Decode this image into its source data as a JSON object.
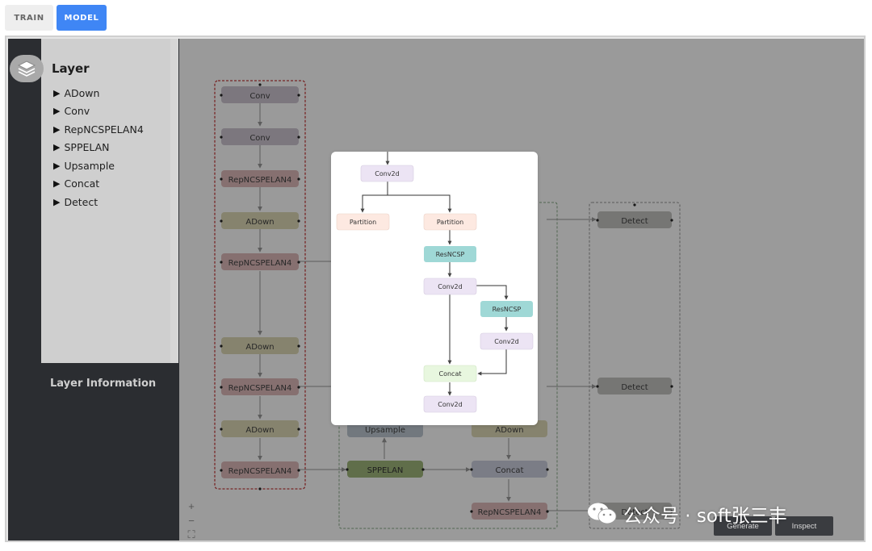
{
  "tabs": [
    {
      "label": "TRAIN",
      "active": false
    },
    {
      "label": "MODEL",
      "active": true
    }
  ],
  "sidebar": {
    "title": "Layer",
    "items": [
      "ADown",
      "Conv",
      "RepNCSPELAN4",
      "SPPELAN",
      "Upsample",
      "Concat",
      "Detect"
    ],
    "info_title": "Layer Information"
  },
  "graph": {
    "backbone": [
      "Conv",
      "Conv",
      "RepNCSPELAN4",
      "ADown",
      "RepNCSPELAN4",
      "ADown",
      "RepNCSPELAN4",
      "ADown",
      "RepNCSPELAN4"
    ],
    "neck": {
      "sppelan": "SPPELAN",
      "upsample": "Upsample",
      "adown": "ADown",
      "concat": "Concat",
      "rep": "RepNCSPELAN4"
    },
    "detect": [
      "Detect",
      "Detect",
      "Detect"
    ]
  },
  "popup": {
    "nodes": {
      "conv_top": "Conv2d",
      "partition_left": "Partition",
      "partition_right": "Partition",
      "resncsp_1": "ResNCSP",
      "conv_mid": "Conv2d",
      "resncsp_2": "ResNCSP",
      "conv_right": "Conv2d",
      "concat": "Concat",
      "conv_bottom": "Conv2d"
    }
  },
  "controls": [
    "+",
    "−",
    "⛶",
    "🔒",
    "ⓘ"
  ],
  "buttons": {
    "generate": "Generate",
    "inspect": "Inspect"
  },
  "watermark": "公众号 · soft张三丰",
  "colors": {
    "accent": "#3f86f5",
    "conv": "#b9b2bd",
    "rep": "#c8a8a8",
    "adown": "#c8c4a4",
    "detect": "#b0b0ae",
    "sppelan": "#8fa56f",
    "concat_neck": "#b8bbc8",
    "upsample": "#aab4bc",
    "popup_conv": "#ece4f4",
    "popup_partition": "#fde9e1",
    "popup_resncsp": "#9fd8d6",
    "popup_concat": "#e8f7df"
  }
}
